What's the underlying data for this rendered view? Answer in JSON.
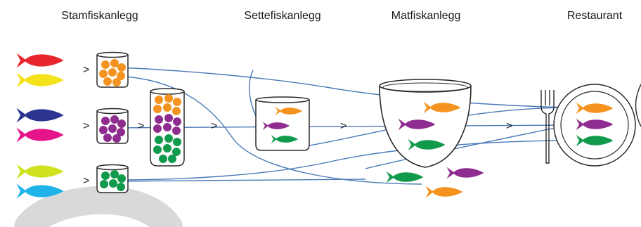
{
  "stages": [
    {
      "label": "Stamfiskanlegg"
    },
    {
      "label": "Settefiskanlegg"
    },
    {
      "label": "Matfiskanlegg"
    },
    {
      "label": "Restaurant"
    }
  ],
  "arrow_glyph": ">",
  "colors": {
    "red": "#e8262d",
    "yellow": "#f4e21a",
    "navy": "#2b3591",
    "magenta": "#e6148b",
    "lime": "#cfe21e",
    "cyan": "#1fb5ea",
    "orange": "#f4931f",
    "purple": "#8e2d8f",
    "green": "#119a4b",
    "trace_line": "#4a7ab8",
    "outline": "#2a2a2a",
    "watermark": "#d9d9d9"
  },
  "icons": [
    "fish-icon",
    "egg-jar-icon",
    "incubator-cylinder-icon",
    "tank-icon",
    "net-pen-icon",
    "fork-icon",
    "plate-icon"
  ]
}
